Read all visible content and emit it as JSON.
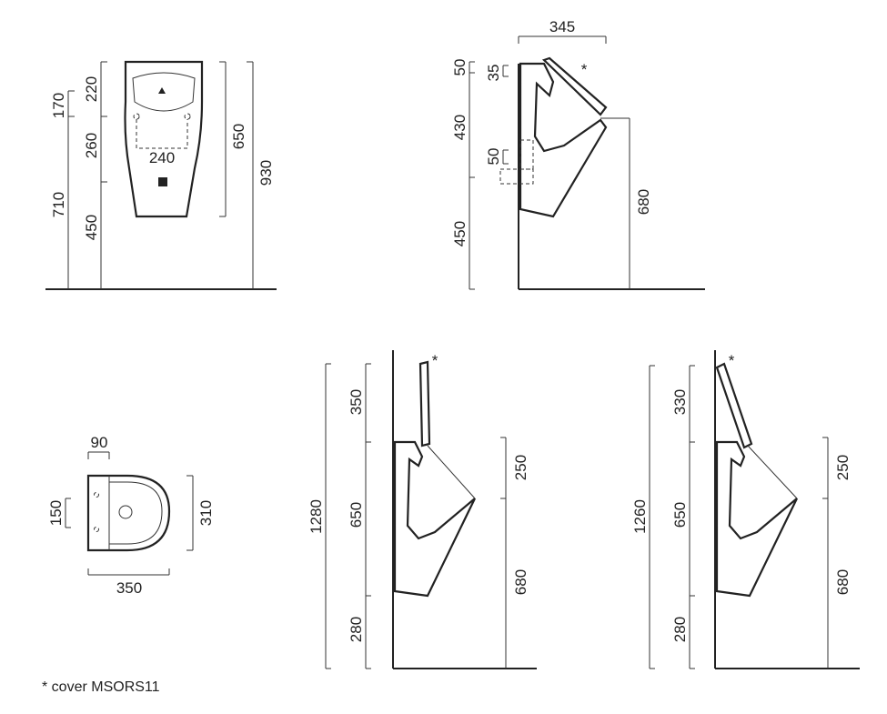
{
  "front_view": {
    "dim_top": "220",
    "dim_rim": "170",
    "dim_mid": "260",
    "dim_width_inner": "240",
    "dim_to_bottom": "710",
    "dim_floor": "450",
    "dim_height": "650",
    "dim_total": "930"
  },
  "side_view": {
    "dim_depth": "345",
    "dim_top_offset": "50",
    "dim_top_small": "35",
    "dim_upper": "430",
    "dim_inlet": "50",
    "dim_floor": "450",
    "dim_total": "680",
    "cover_mark": "*"
  },
  "top_view": {
    "dim_offset": "90",
    "dim_holes": "150",
    "dim_depth": "310",
    "dim_width": "350"
  },
  "cover_view_a": {
    "dim_cover": "350",
    "dim_height": "650",
    "dim_floor": "280",
    "dim_total": "1280",
    "dim_cover_right": "250",
    "dim_right_lower": "680",
    "cover_mark": "*"
  },
  "cover_view_b": {
    "dim_cover": "330",
    "dim_height": "650",
    "dim_floor": "280",
    "dim_total": "1260",
    "dim_cover_right": "250",
    "dim_right_lower": "680",
    "cover_mark": "*"
  },
  "footnote": "* cover MSORS11"
}
